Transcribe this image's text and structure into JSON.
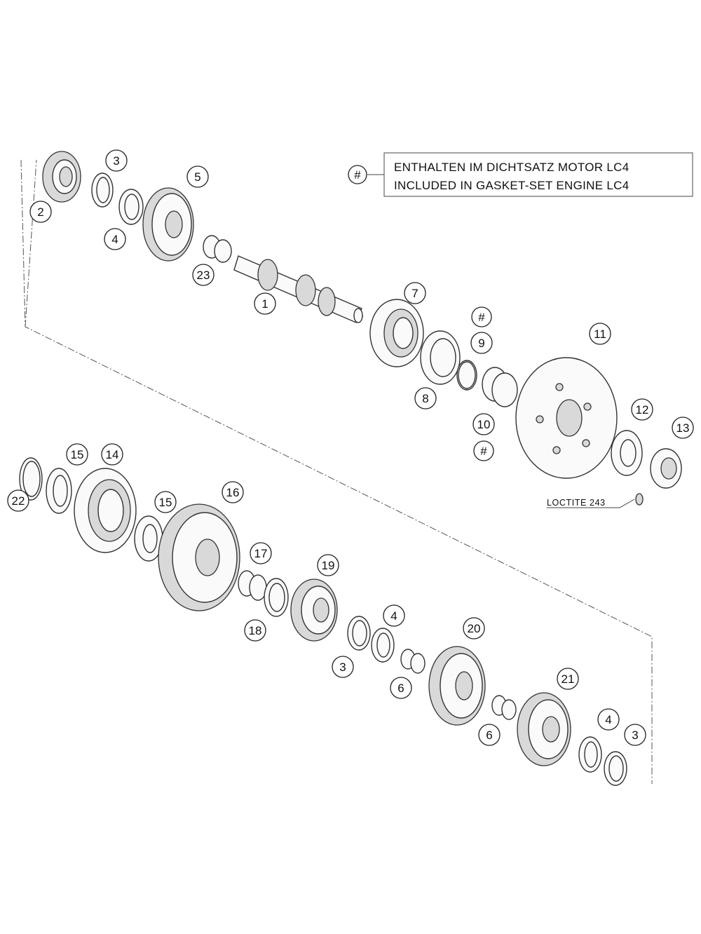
{
  "legend": {
    "symbol": "#",
    "line1": "ENTHALTEN IM DICHTSATZ MOTOR LC4",
    "line2": "INCLUDED IN GASKET-SET ENGINE LC4"
  },
  "loctite": "LOCTITE 243",
  "callouts": {
    "c1": "1",
    "c2": "2",
    "c3a": "3",
    "c3b": "3",
    "c3c": "3",
    "c4a": "4",
    "c4b": "4",
    "c4c": "4",
    "c5": "5",
    "c6a": "6",
    "c6b": "6",
    "c7": "7",
    "c8": "8",
    "c9": "9",
    "c9h": "#",
    "c10": "10",
    "c10h": "#",
    "c11": "11",
    "c12": "12",
    "c13": "13",
    "c14": "14",
    "c15a": "15",
    "c15b": "15",
    "c16": "16",
    "c17": "17",
    "c18": "18",
    "c19": "19",
    "c20": "20",
    "c21": "21",
    "c22": "22",
    "c23": "23"
  }
}
